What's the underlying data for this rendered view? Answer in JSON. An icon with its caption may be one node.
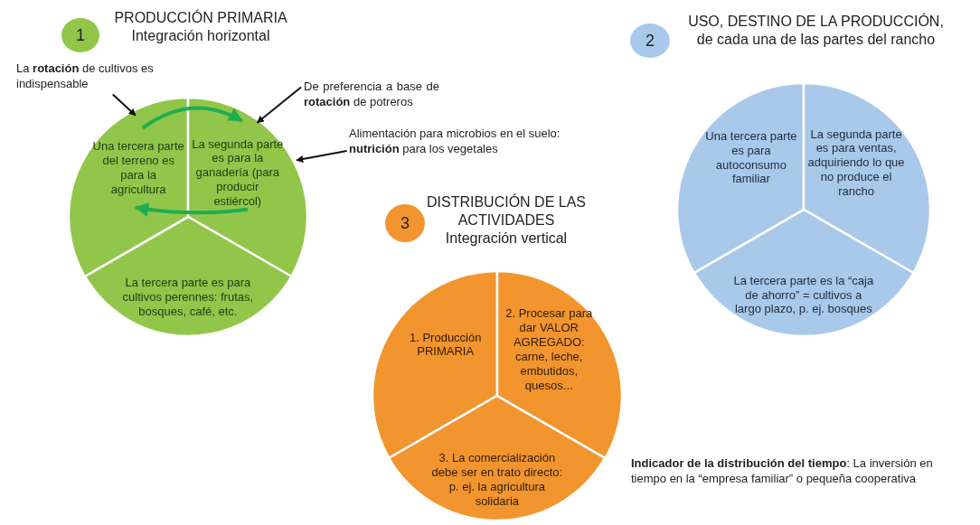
{
  "diagram": {
    "nodes": [
      {
        "text": [
          "1"
        ],
        "beside": [
          "PRODUCCIÓN PRIMARIA",
          "Integración horizontal"
        ]
      },
      {
        "text": [
          "Una tercera parte del terreno es para la agricultura"
        ]
      },
      {
        "text": [
          "La segunda parte es para la ganadería (para producir estiércol)"
        ]
      },
      {
        "text": [
          "La tercera parte es para cultivos perennes: frutas, bosques, café, etc."
        ]
      },
      {
        "text": [
          "La **rotación** de cultivos es indispensable"
        ]
      },
      {
        "text": [
          "De preferencia a base de **rotación** de potreros"
        ]
      },
      {
        "text": [
          "Alimentación para  microbios en el suelo: **nutrición** para los vegetales"
        ]
      },
      {
        "text": [
          "2"
        ],
        "beside": [
          "USO, DESTINO DE LA PRODUCCIÓN,",
          "de cada una de las partes del rancho"
        ]
      },
      {
        "text": [
          "Una tercera parte es para autoconsumo familiar"
        ]
      },
      {
        "text": [
          "La segunda parte es para ventas, adquiriendo lo que no produce el rancho"
        ]
      },
      {
        "text": [
          "La tercera parte es la “caja de ahorro” = cultivos a largo plazo, p. ej. bosques"
        ]
      },
      {
        "text": [
          "3"
        ],
        "beside": [
          "DISTRIBUCIÓN DE LAS ACTIVIDADES",
          "Integración vertical"
        ]
      },
      {
        "text": [
          "1. Producción PRIMARIA"
        ]
      },
      {
        "text": [
          "2. Procesar para dar VALOR AGREGADO: carne, leche, embutidos, quesos..."
        ]
      },
      {
        "text": [
          "3. La comercialización debe ser en trato directo: p. ej. la agricultura solidaria"
        ]
      }
    ],
    "edges": [
      {
        "from": 4,
        "to": 1,
        "arrow": "to"
      },
      {
        "from": 5,
        "to": 2,
        "arrow": "to"
      },
      {
        "from": 6,
        "to": 2,
        "arrow": "to"
      },
      {
        "from": 1,
        "to": 2,
        "arrow": "to",
        "color": "#1fad4f",
        "style": "thick"
      },
      {
        "from": 2,
        "to": 1,
        "arrow": "to",
        "color": "#1fad4f",
        "style": "thick"
      }
    ],
    "labels": [
      "**Indicador de la distribución del tiempo**: La inversión en tiempo en la “empresa familiar” o pequeña cooperativa"
    ]
  }
}
